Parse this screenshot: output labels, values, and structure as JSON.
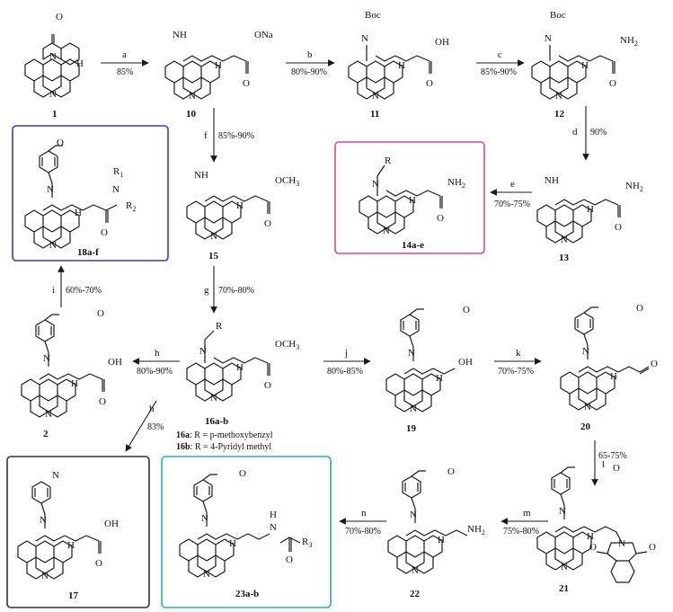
{
  "compounds": {
    "c1": "1",
    "c10": "10",
    "c11": "11",
    "c12": "12",
    "c13": "13",
    "c14": "14a-e",
    "c15": "15",
    "c16": "16a-b",
    "c18": "18a-f",
    "c19": "19",
    "c2": "2",
    "c20": "20",
    "c21": "21",
    "c22": "22",
    "c17": "17",
    "c23": "23a-b"
  },
  "steps": {
    "a": {
      "label": "a",
      "yield": "85%"
    },
    "b": {
      "label": "b",
      "yield": "80%-90%"
    },
    "c": {
      "label": "c",
      "yield": "85%-90%"
    },
    "d": {
      "label": "d",
      "yield": "90%"
    },
    "e": {
      "label": "e",
      "yield": "70%-75%"
    },
    "f": {
      "label": "f",
      "yield": "85%-90%"
    },
    "g": {
      "label": "g",
      "yield": "70%-80%"
    },
    "h1": {
      "label": "h",
      "yield": "80%-90%"
    },
    "h2": {
      "label": "h",
      "yield": "83%"
    },
    "i": {
      "label": "i",
      "yield": "60%-70%"
    },
    "j": {
      "label": "j",
      "yield": "80%-85%"
    },
    "k": {
      "label": "k",
      "yield": "70%-75%"
    },
    "l": {
      "label": "l",
      "yield": "65-75%"
    },
    "m": {
      "label": "m",
      "yield": "75%-80%"
    },
    "n": {
      "label": "n",
      "yield": "70%-80%"
    }
  },
  "atoms": {
    "N": "N",
    "H": "H",
    "O": "O",
    "NH": "NH",
    "Boc": "Boc",
    "OH": "OH",
    "ONa": "ONa",
    "OCH3": "OCH",
    "NH2": "NH",
    "R": "R",
    "R1": "R",
    "R2": "R",
    "R3": "R",
    "sub1": "1",
    "sub2": "2",
    "sub3": "3"
  },
  "notes": {
    "n16a_label": "16a",
    "n16a_text": ": R = p-methoxybenzyl",
    "n16b_label": "16b",
    "n16b_text": ": R = 4-Pyridyl methyl"
  },
  "colors": {
    "box_18": "#3b3f9a",
    "box_14": "#d04a9c",
    "box_17": "#333333",
    "box_23": "#2ab0b8"
  }
}
